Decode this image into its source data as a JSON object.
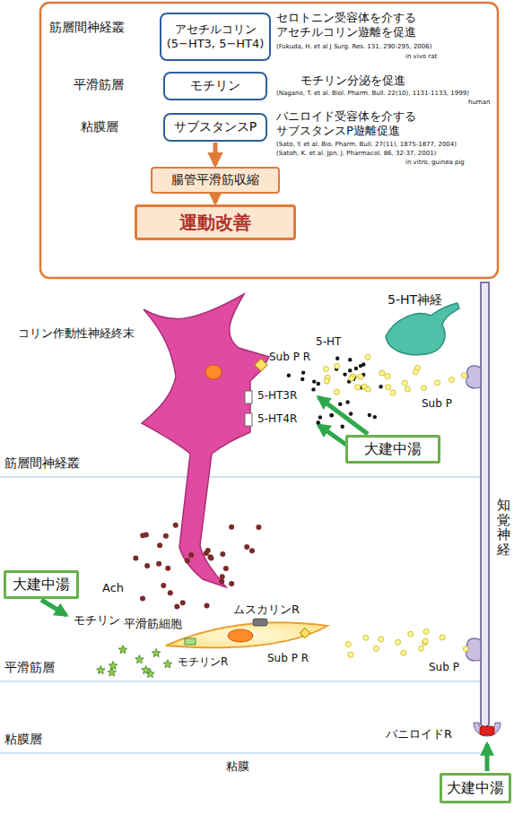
{
  "diagram": {
    "nodes": [
      {
        "text": [
          "アセチルコリン (5−HT3, 5−HT4)"
        ]
      },
      {
        "text": [
          "モチリン"
        ]
      },
      {
        "text": [
          "サブスタンスP"
        ]
      },
      {
        "text": [
          "腸管平滑筋収縮"
        ]
      },
      {
        "text": [
          "運動改善"
        ]
      },
      {
        "text": [
          "大建中湯"
        ]
      },
      {
        "text": [
          "大建中湯"
        ]
      },
      {
        "text": [
          "大建中湯"
        ]
      }
    ],
    "edges": [
      {
        "from": 2,
        "to": 3,
        "arrow": "to"
      },
      {
        "from": 3,
        "to": 4,
        "arrow": "to"
      }
    ],
    "labels": [
      "筋層間神経叢",
      "平滑筋層",
      "粘膜層",
      "セロトニン受容体を介する アセチルコリン遊離を促進",
      "(Fukuda, H. et al J Surg. Res. 131, 290-295, 2006)",
      "in vivo rat",
      "モチリン分泌を促進",
      "(Nagano, T. et al. Biol. Pharm. Bull. 22(10), 1131-1133, 1999)",
      "human",
      "バニロイド受容体を介する サブスタンスP遊離促進",
      "(Sato, Y. et al. Bio. Pharm. Bull. 27(11), 1875-1877, 2004)",
      "(Satoh, K. et al. Jpn. J. Pharmacol. 86, 32-37, 2001)",
      "in vitro, guinea pig",
      "5-HT神経",
      "コリン作動性神経終末",
      "5-HT",
      "Sub P R",
      "5-HT3R",
      "5-HT4R",
      "Sub P",
      "筋層間神経叢",
      "知覚神経",
      "Ach",
      "モチリン",
      "ムスカリンR",
      "平滑筋細胞",
      "Sub P R",
      "Sub P",
      "モチリンR",
      "平滑筋層",
      "バニロイドR",
      "粘膜層",
      "粘膜"
    ]
  }
}
